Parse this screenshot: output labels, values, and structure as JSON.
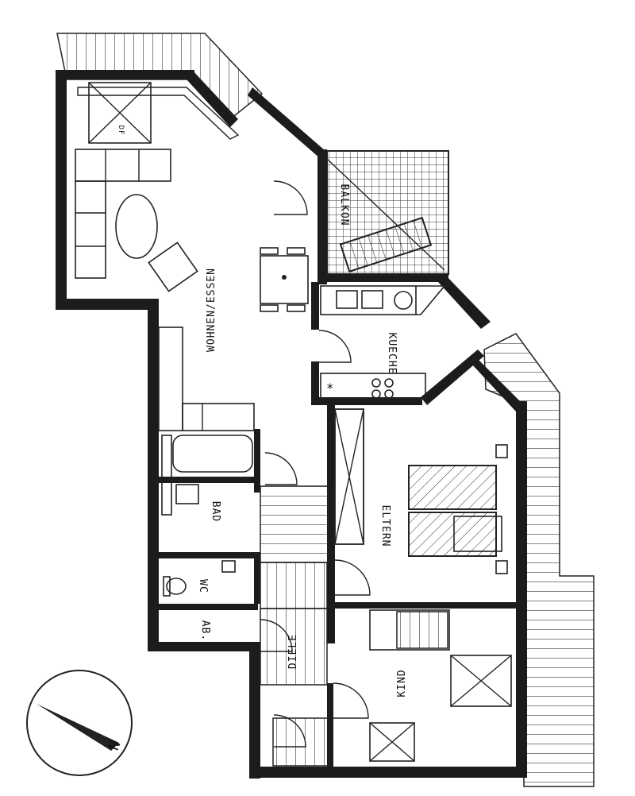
{
  "rooms": {
    "wohnen": "WOHNEN/ESSEN",
    "balkon": "BALKON",
    "kueche": "KUECHE",
    "bad": "BAD",
    "eltern": "ELTERN",
    "wc": "WC",
    "abstell": "AB.",
    "diele": "DIELE",
    "kind": "KIND"
  },
  "symbols": {
    "skylight": "DF",
    "compass": "N",
    "fridge": "*"
  },
  "icons": [
    "compass-icon",
    "door-swing-icon",
    "stairs-icon"
  ]
}
